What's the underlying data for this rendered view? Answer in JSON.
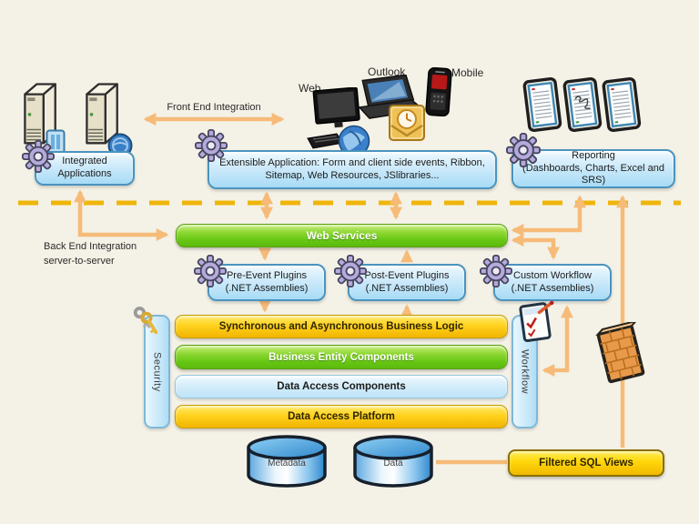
{
  "clients": {
    "web": "Web",
    "outlook": "Outlook",
    "mobile": "Mobile"
  },
  "annotations": {
    "front_end": "Front End Integration",
    "back_end_1": "Back End Integration",
    "back_end_2": "server-to-server"
  },
  "nodes": {
    "integrated_applications": "Integrated Applications",
    "extensible_application": "Extensible Application:  Form and client side events, Ribbon, Sitemap, Web Resources, JSlibraries...",
    "reporting_1": "Reporting",
    "reporting_2": "(Dashboards, Charts, Excel and SRS)",
    "web_services": "Web Services",
    "pre_event_1": "Pre-Event Plugins",
    "pre_event_2": "(.NET Assemblies)",
    "post_event_1": "Post-Event Plugins",
    "post_event_2": "(.NET Assemblies)",
    "custom_workflow_1": "Custom Workflow",
    "custom_workflow_2": "(.NET Assemblies)",
    "business_logic": "Synchronous and Asynchronous Business Logic",
    "business_entity": "Business Entity Components",
    "data_access_components": "Data Access Components",
    "data_access_platform": "Data Access Platform",
    "security": "Security",
    "workflow": "Workflow",
    "metadata_db": "Metadata",
    "data_db": "Data",
    "filtered_sql_views": "Filtered SQL Views"
  },
  "colors": {
    "background": "#f4f1e6",
    "arrow": "#f6bb79",
    "dashed_line": "#efb50a",
    "green_bar": "#67c714",
    "gold_bar": "#ffd21e",
    "blue_box_border": "#4a94bf",
    "filtered_views_yellow": "#ffd60a"
  },
  "icons": [
    "server-icon",
    "gear-icon",
    "web-client-icon",
    "outlook-client-icon",
    "mobile-phone-icon",
    "report-icon",
    "keys-icon",
    "checklist-icon",
    "firewall-icon",
    "database-cylinder-icon"
  ]
}
